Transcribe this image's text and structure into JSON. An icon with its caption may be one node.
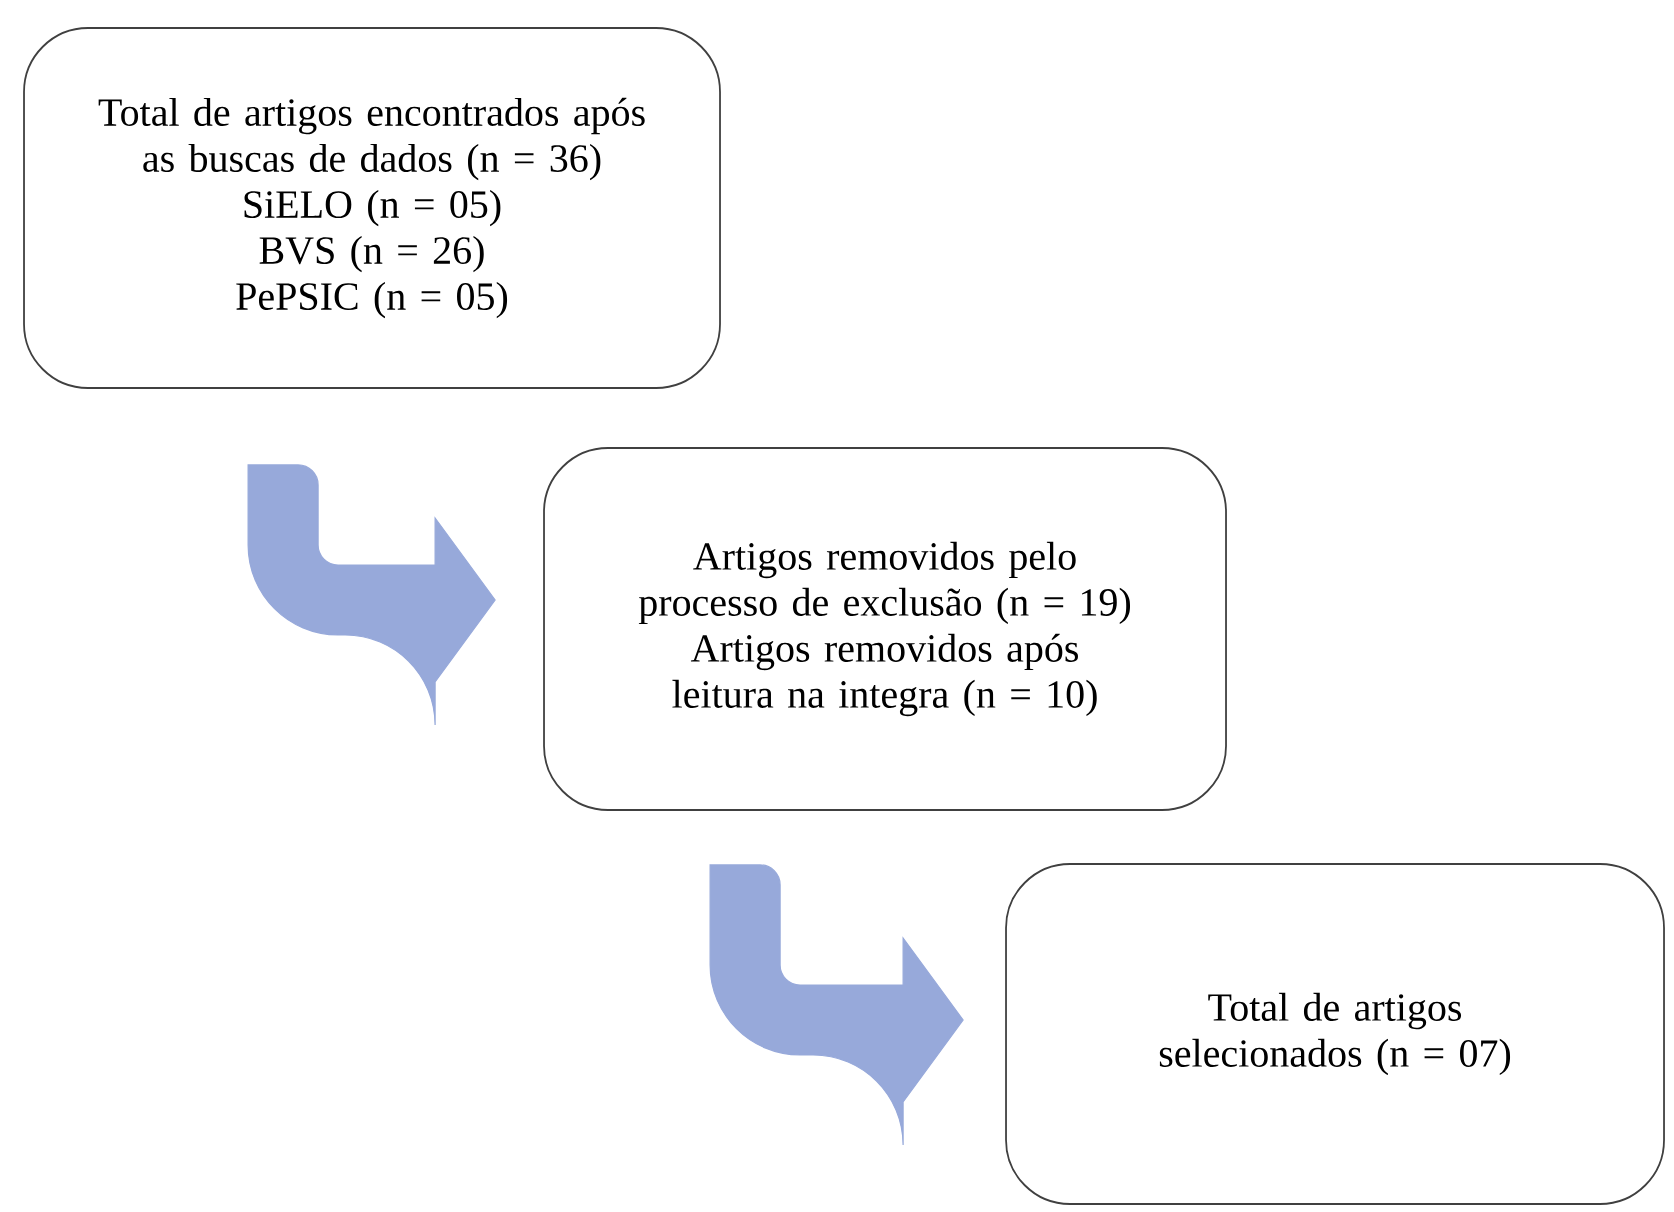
{
  "diagram": {
    "nodes": [
      {
        "text": [
          "Total de artigos encontrados após as buscas de dados (n = 36)",
          "SiELO (n = 05)",
          "BVS (n = 26)",
          "PePSIC (n = 05)"
        ]
      },
      {
        "text": [
          "Artigos removidos pelo processo de exclusão (n = 19)",
          "Artigos removidos após leitura na integra (n = 10)"
        ]
      },
      {
        "text": [
          "Total de artigos selecionados (n = 07)"
        ]
      }
    ],
    "edges": [
      {
        "from": 0,
        "to": 1,
        "arrow": "to",
        "style": "thick",
        "color": "#97a9da"
      },
      {
        "from": 1,
        "to": 2,
        "arrow": "to",
        "style": "thick",
        "color": "#97a9da"
      }
    ]
  }
}
